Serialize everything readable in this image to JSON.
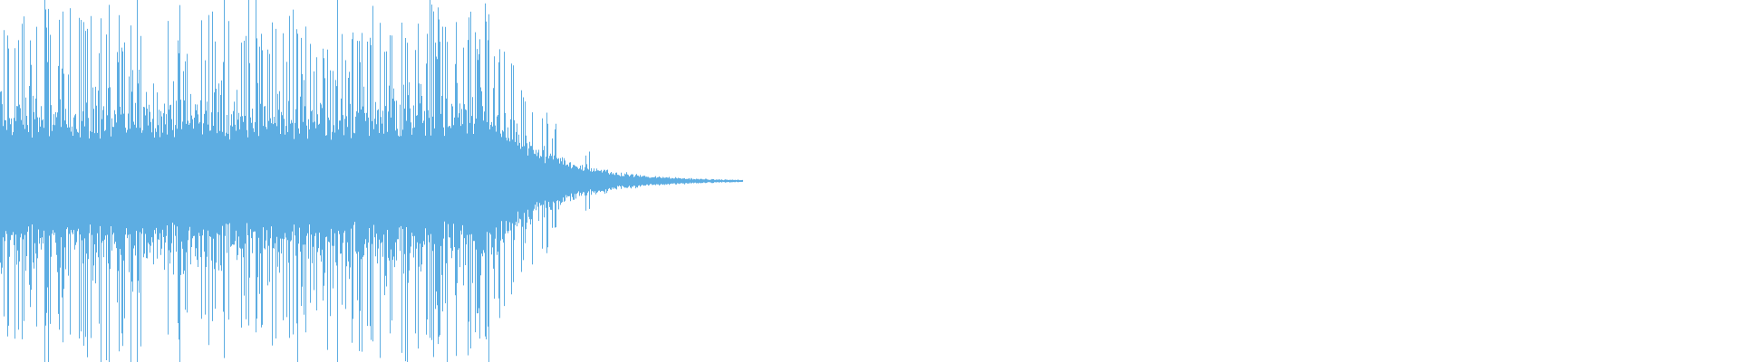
{
  "waveform": {
    "color": "#5DADE2",
    "background": "#FFFFFF",
    "sound_end_fraction": 0.427,
    "envelope": {
      "sustain_end_fraction": 0.285,
      "peak_amplitude_fraction": 0.48,
      "core_amplitude_fraction": 0.17,
      "decay_end_fraction": 0.427
    }
  }
}
